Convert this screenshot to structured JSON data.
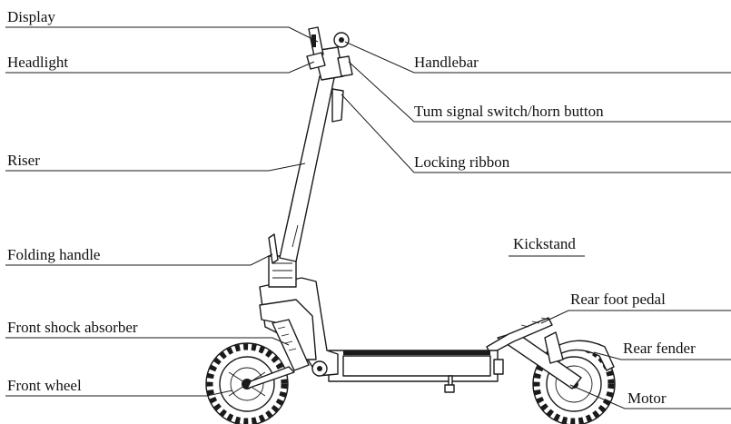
{
  "labels": {
    "display": "Display",
    "headlight": "Headlight",
    "riser": "Riser",
    "folding_handle": "Folding handle",
    "front_shock_absorber": "Front shock absorber",
    "front_wheel": "Front wheel",
    "handlebar": "Handlebar",
    "turn_signal_switch": "Tum signal switch/horn button",
    "locking_ribbon": "Locking ribbon",
    "kickstand": "Kickstand",
    "rear_foot_pedal": "Rear foot pedal",
    "rear_fender": "Rear fender",
    "motor": "Motor"
  }
}
